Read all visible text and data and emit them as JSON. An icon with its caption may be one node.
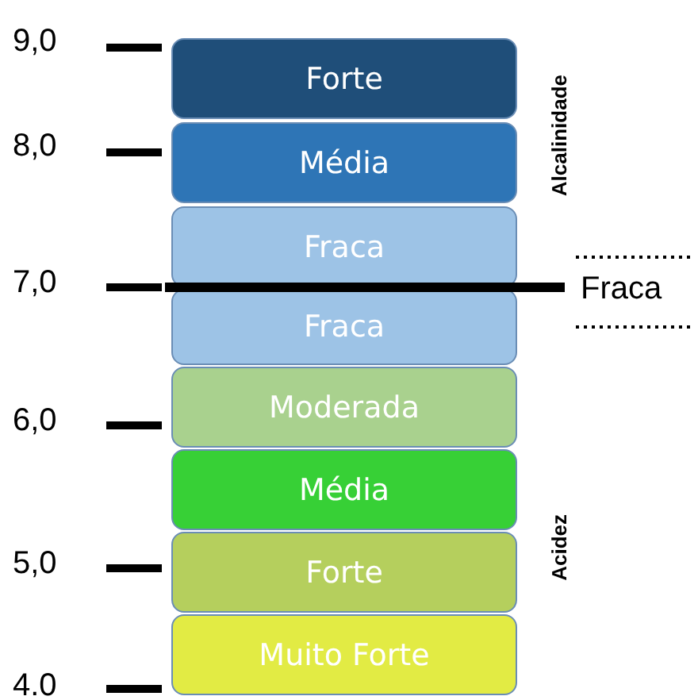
{
  "diagram": {
    "nodes": [
      {
        "text": [
          "Forte"
        ]
      },
      {
        "text": [
          "Média"
        ]
      },
      {
        "text": [
          "Fraca"
        ]
      },
      {
        "text": [
          "Fraca"
        ]
      },
      {
        "text": [
          "Moderada"
        ]
      },
      {
        "text": [
          "Média"
        ]
      },
      {
        "text": [
          "Forte"
        ]
      },
      {
        "text": [
          "Muito Forte"
        ]
      }
    ],
    "labels": [
      "9,0",
      "Alcalinidade",
      "8,0",
      "7,0",
      "Fraca",
      "6,0",
      "Acidez",
      "5,0",
      "4.0"
    ]
  }
}
